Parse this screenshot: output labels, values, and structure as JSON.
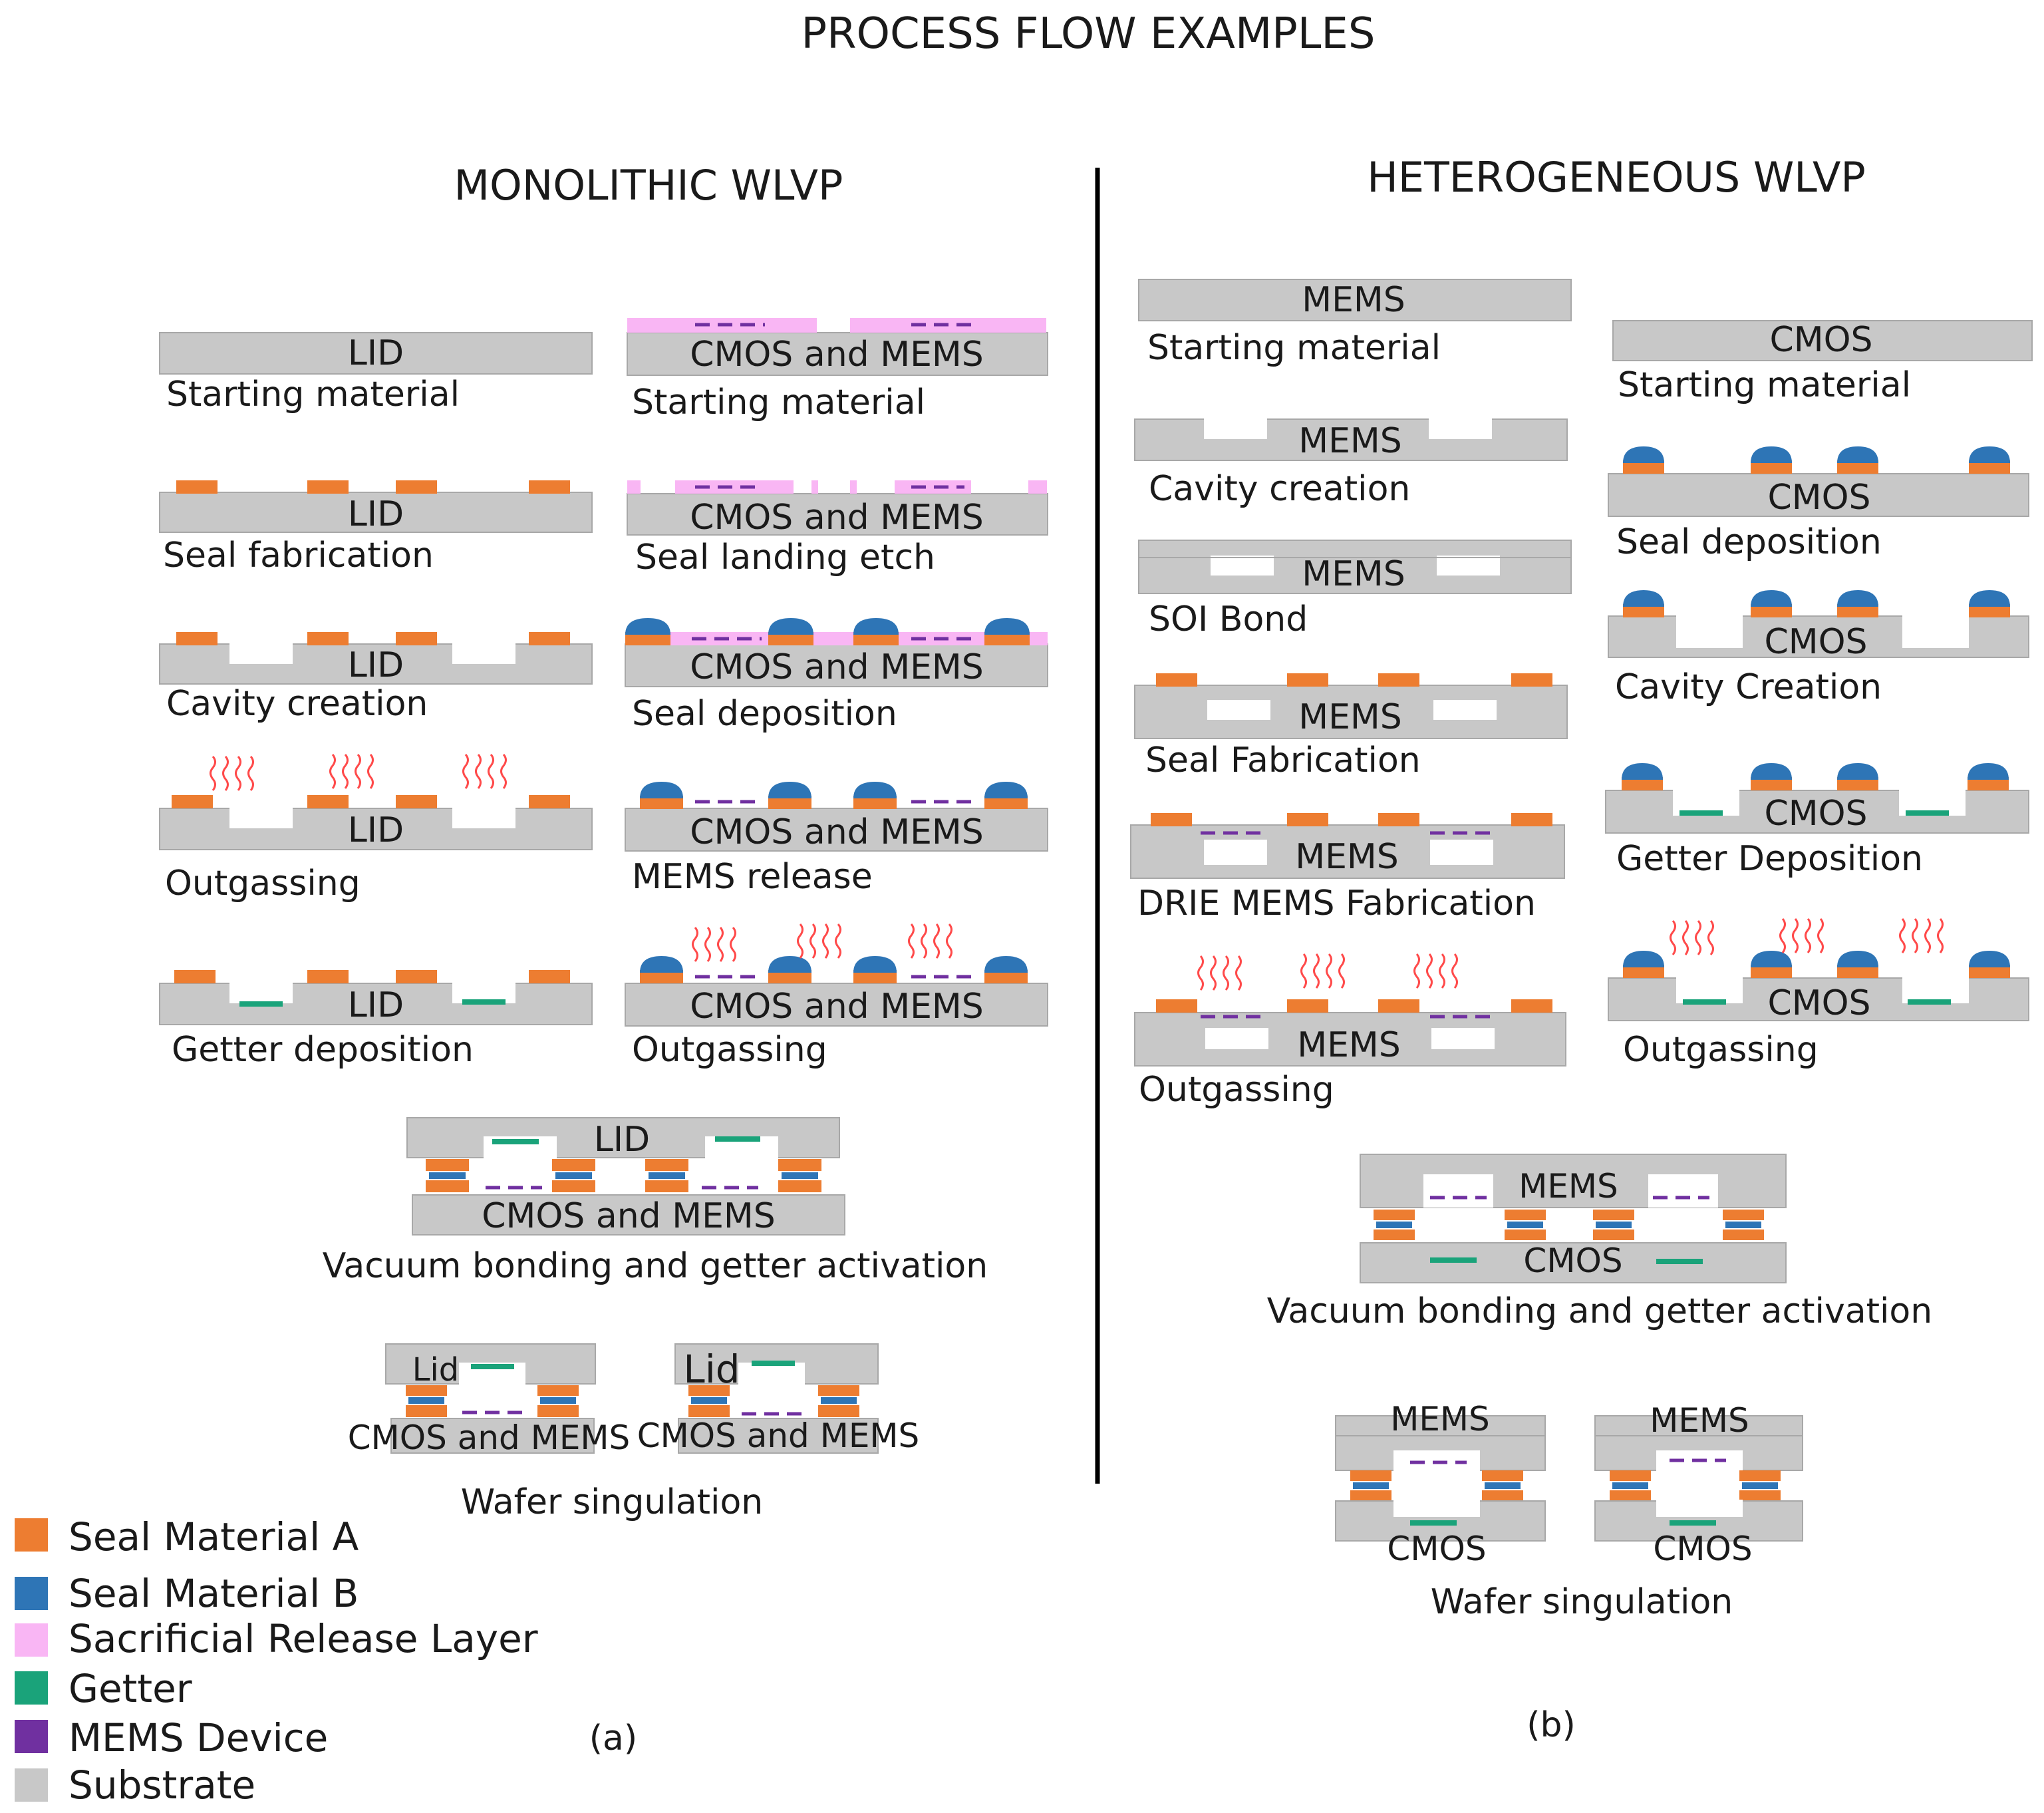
{
  "title": "PROCESS FLOW EXAMPLES",
  "colors": {
    "seal_a": "#ed7d31",
    "seal_b": "#2e75b6",
    "sacrificial": "#f9b6f4",
    "getter": "#1aa37a",
    "mems_device": "#7030a0",
    "substrate": "#c8c8c8",
    "outgas": "#ff4a4a"
  },
  "monolithic": {
    "heading": "MONOLITHIC WLVP",
    "label": "(a)",
    "lid": "LID",
    "lid_small": "Lid",
    "cmos_mems": "CMOS and MEMS",
    "lid_steps": [
      "Starting material",
      "Seal fabrication",
      "Cavity creation",
      "Outgassing",
      "Getter deposition"
    ],
    "cmos_steps": [
      "Starting material",
      "Seal landing etch",
      "Seal deposition",
      "MEMS release",
      "Outgassing"
    ],
    "bonding": "Vacuum bonding and getter activation",
    "singulation": "Wafer singulation"
  },
  "heterogeneous": {
    "heading": "HETEROGENEOUS WLVP",
    "label": "(b)",
    "mems": "MEMS",
    "cmos": "CMOS",
    "mems_steps": [
      "Starting material",
      "Cavity creation",
      "SOI Bond",
      "Seal Fabrication",
      "DRIE MEMS Fabrication",
      "Outgassing"
    ],
    "cmos_steps": [
      "Starting material",
      "Seal deposition",
      "Cavity Creation",
      "Getter Deposition",
      "Outgassing"
    ],
    "bonding": "Vacuum bonding and getter activation",
    "singulation": "Wafer singulation"
  },
  "legend": [
    {
      "label": "Seal Material A",
      "color": "#ed7d31"
    },
    {
      "label": "Seal Material B",
      "color": "#2e75b6"
    },
    {
      "label": "Sacrificial Release Layer",
      "color": "#f9b6f4"
    },
    {
      "label": "Getter",
      "color": "#1aa37a"
    },
    {
      "label": "MEMS Device",
      "color": "#7030a0"
    },
    {
      "label": "Substrate",
      "color": "#c8c8c8"
    }
  ]
}
